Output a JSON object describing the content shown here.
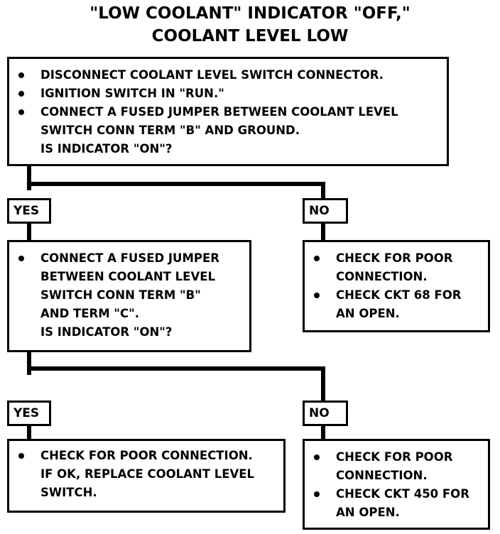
{
  "title": {
    "line1": "\"LOW COOLANT\" INDICATOR \"OFF,\"",
    "line2": "COOLANT LEVEL LOW"
  },
  "step1": {
    "bullets": [
      {
        "lines": [
          "DISCONNECT COOLANT LEVEL SWITCH CONNECTOR."
        ]
      },
      {
        "lines": [
          "IGNITION SWITCH IN \"RUN.\""
        ]
      },
      {
        "lines": [
          "CONNECT A FUSED JUMPER BETWEEN COOLANT LEVEL",
          "SWITCH CONN TERM \"B\" AND GROUND.",
          "IS INDICATOR \"ON\"?"
        ]
      }
    ]
  },
  "branch1": {
    "yes_label": "YES",
    "no_label": "NO",
    "yes_box": {
      "bullets": [
        {
          "lines": [
            "CONNECT A FUSED JUMPER",
            "BETWEEN COOLANT LEVEL",
            "SWITCH CONN TERM \"B\"",
            "AND TERM \"C\".",
            "IS INDICATOR \"ON\"?"
          ]
        }
      ]
    },
    "no_box": {
      "bullets": [
        {
          "lines": [
            "CHECK FOR POOR",
            "CONNECTION."
          ]
        },
        {
          "lines": [
            "CHECK CKT 68 FOR",
            "AN OPEN."
          ]
        }
      ]
    }
  },
  "branch2": {
    "yes_label": "YES",
    "no_label": "NO",
    "yes_box": {
      "bullets": [
        {
          "lines": [
            "CHECK FOR POOR CONNECTION.",
            "IF OK, REPLACE COOLANT LEVEL",
            "SWITCH."
          ]
        }
      ]
    },
    "no_box": {
      "bullets": [
        {
          "lines": [
            "CHECK FOR POOR",
            "CONNECTION."
          ]
        },
        {
          "lines": [
            "CHECK CKT 450 FOR",
            "AN OPEN."
          ]
        }
      ]
    }
  }
}
